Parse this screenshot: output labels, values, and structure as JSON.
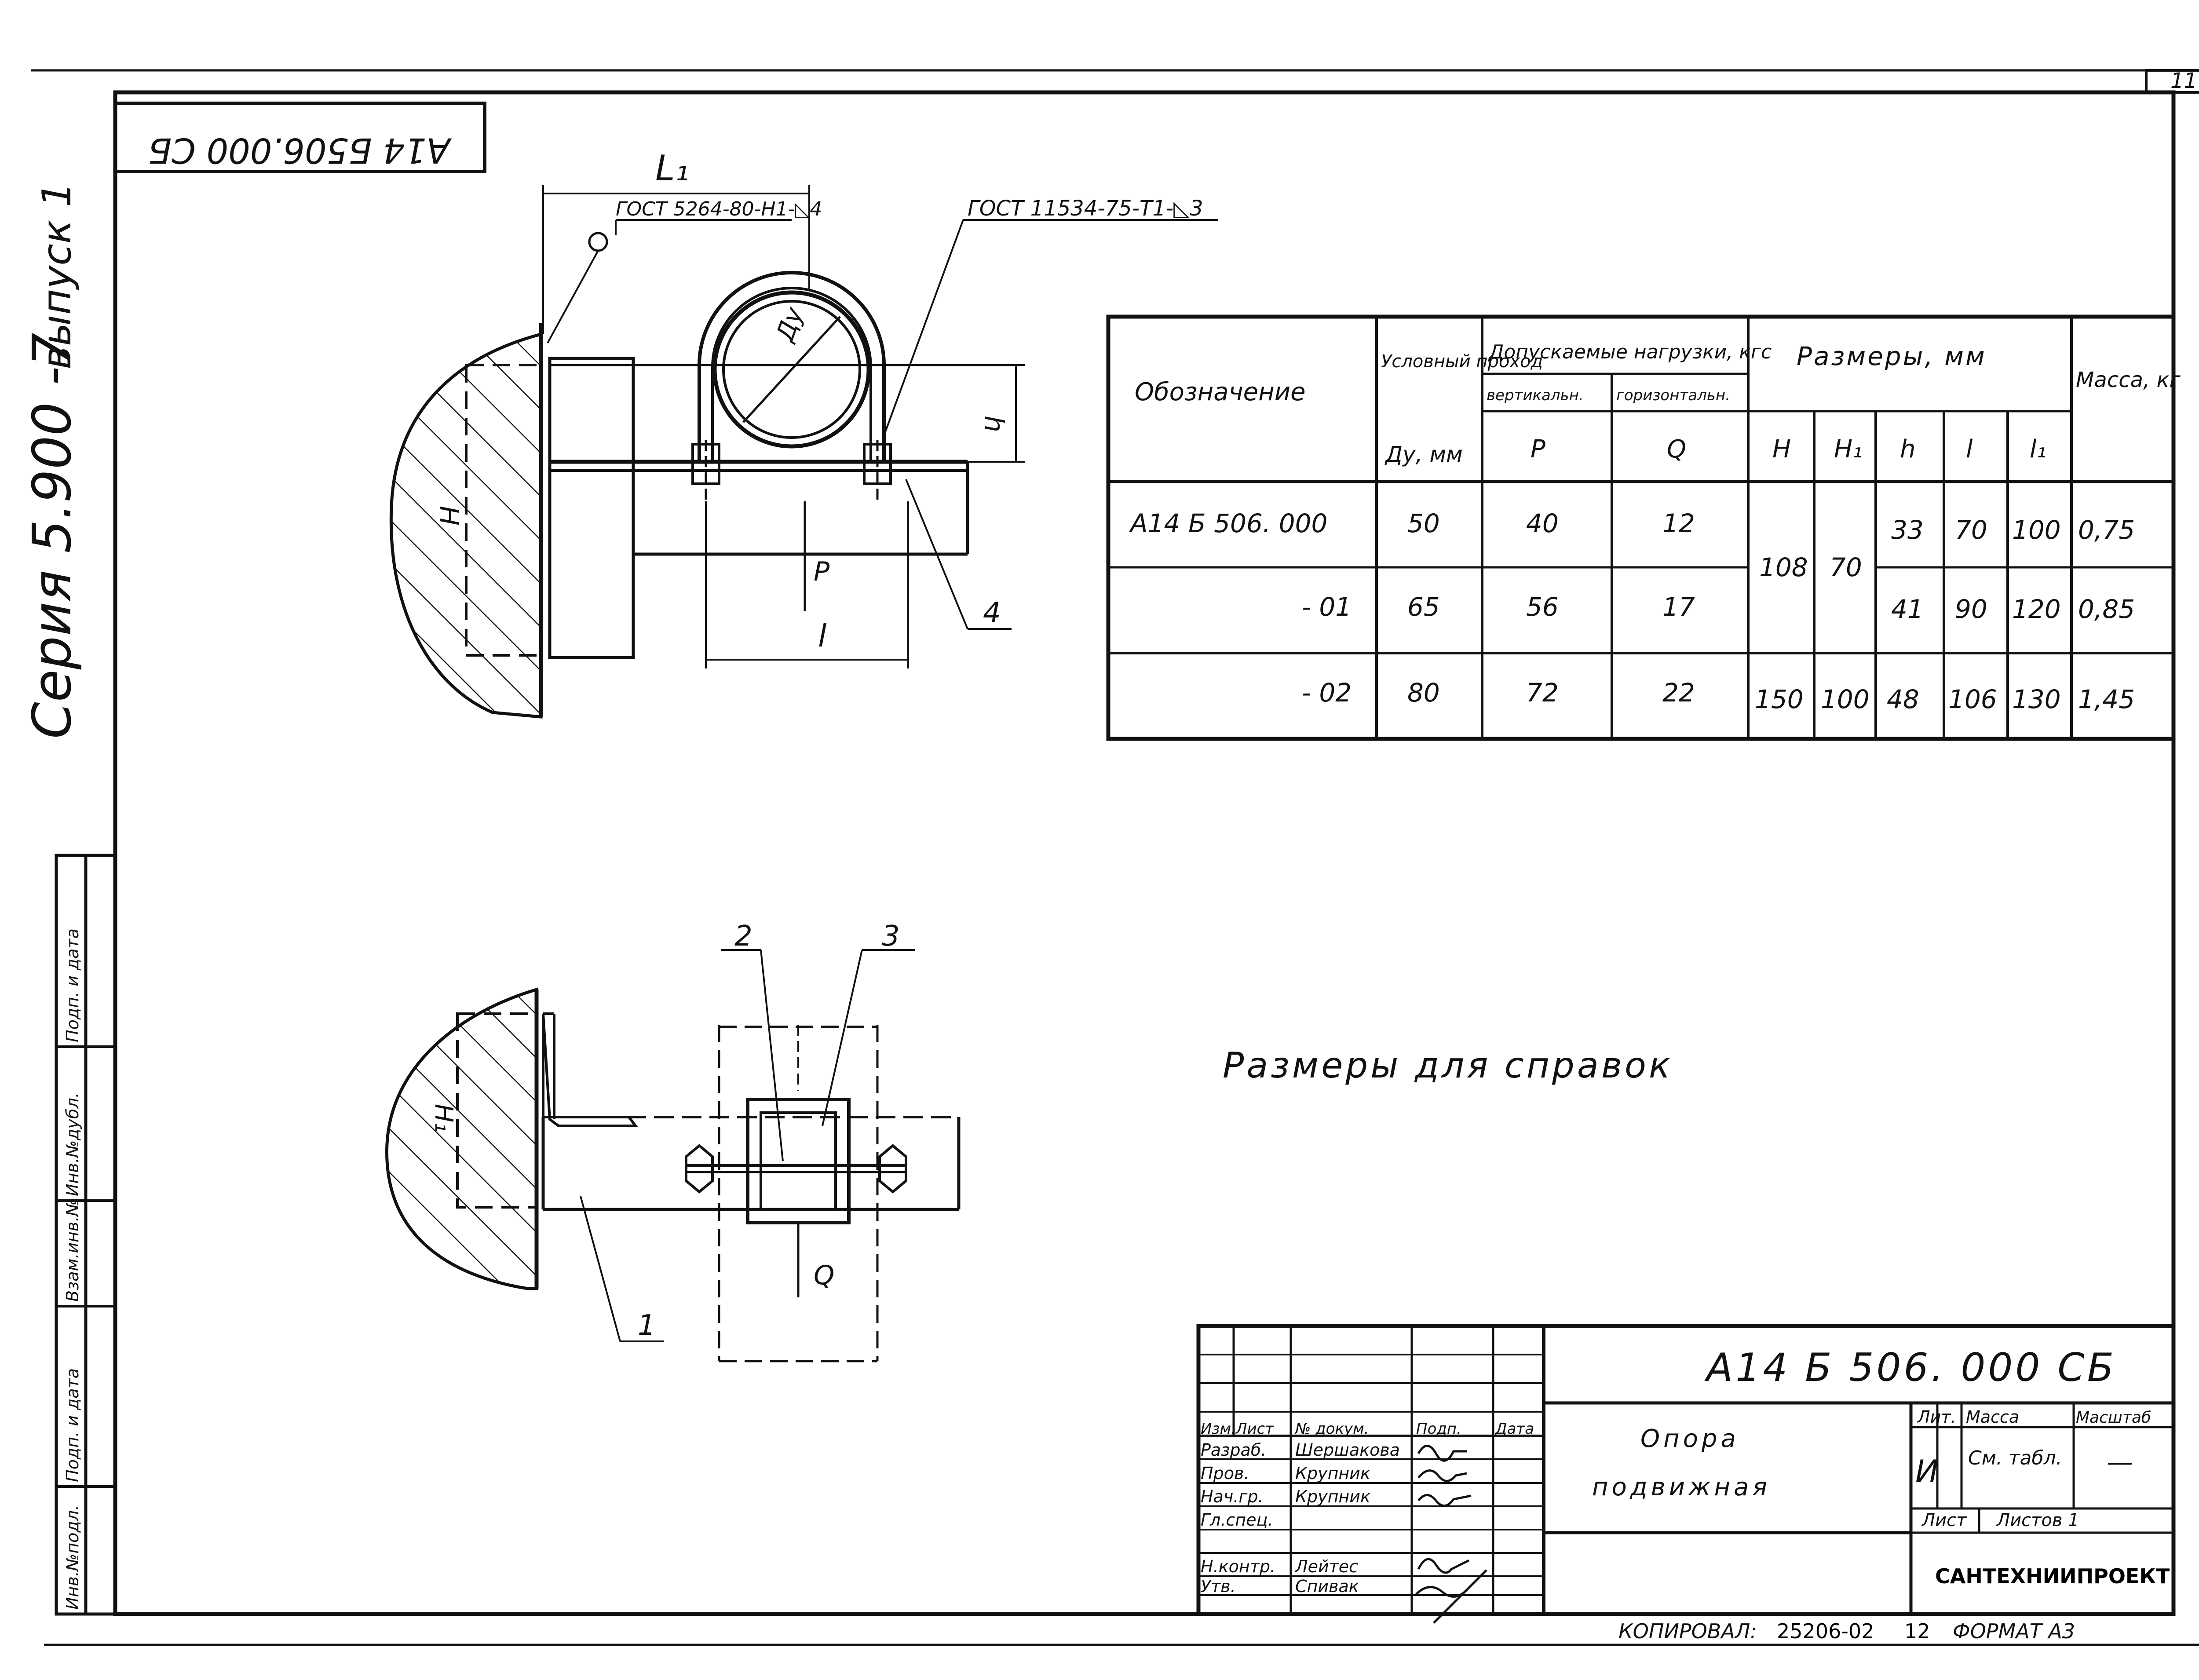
{
  "sheet": {
    "sheet_no": "11",
    "rotated_code": "А14 Б506.000 СБ",
    "series_text": "Серия 5.900 -7",
    "issue_text": "выпуск 1",
    "side_stamp": [
      "Инв.№подл.",
      "Подп. и дата",
      "Взам.инв.№",
      "Инв.№дубл.",
      "Подп. и дата"
    ],
    "copied_by": "КОПИРОВАЛ:",
    "copy_code": "25206-02",
    "copy_sheet": "12",
    "format": "ФОРМАТ А3"
  },
  "view_top": {
    "dim_l1": "L₁",
    "gost_left": "ГОСТ 5264-80-Н1-◺4",
    "gost_right": "ГОСТ 11534-75-Т1-◺3",
    "dy": "Ду",
    "h": "h",
    "H": "Н",
    "P": "P",
    "l": "l",
    "pos4": "4"
  },
  "view_bottom": {
    "pos2": "2",
    "pos3": "3",
    "pos1": "1",
    "H1": "Н₁",
    "Q": "Q"
  },
  "reference_note": "Размеры для справок",
  "spec_table": {
    "headers": {
      "designation": "Обозначение",
      "nominal_pass": "Условный проход",
      "dy_unit": "Ду, мм",
      "loads": "Допускаемые нагрузки, кгс",
      "vertical": "вертикальн.",
      "horizontal": "горизонтальн.",
      "p": "P",
      "q": "Q",
      "dims": "Размеры, мм",
      "H": "Н",
      "H1": "Н₁",
      "h": "h",
      "l": "l",
      "l1": "l₁",
      "mass": "Масса, кг"
    },
    "rows": [
      {
        "designation": "А14 Б 506. 000",
        "dy": "50",
        "p": "40",
        "q": "12",
        "h": "33",
        "l": "70",
        "l1": "100",
        "mass": "0,75"
      },
      {
        "designation": "- 01",
        "dy": "65",
        "p": "56",
        "q": "17",
        "h": "41",
        "l": "90",
        "l1": "120",
        "mass": "0,85"
      },
      {
        "designation": "- 02",
        "dy": "80",
        "p": "72",
        "q": "22",
        "H": "150",
        "H1": "100",
        "h": "48",
        "l": "106",
        "l1": "130",
        "mass": "1,45"
      }
    ],
    "merged_H": "108",
    "merged_H1": "70"
  },
  "title_block": {
    "code": "А14 Б 506. 000 СБ",
    "name_line1": "Опора",
    "name_line2": "подвижная",
    "col_headers": [
      "Изм.",
      "Лист",
      "№ докум.",
      "Подп.",
      "Дата"
    ],
    "roles": [
      {
        "role": "Разраб.",
        "name": "Шершакова"
      },
      {
        "role": "Пров.",
        "name": "Крупник"
      },
      {
        "role": "Нач.гр.",
        "name": "Крупник"
      },
      {
        "role": "Гл.спец.",
        "name": ""
      },
      {
        "role": "Н.контр.",
        "name": "Лейтес"
      },
      {
        "role": "Утв.",
        "name": "Спивак"
      }
    ],
    "lit_label": "Лит.",
    "mass_label": "Масса",
    "scale_label": "Масштаб",
    "lit_value": "И",
    "mass_value": "См. табл.",
    "scale_value": "—",
    "sheet_label": "Лист",
    "sheets_label": "Листов 1",
    "organization": "САНТЕХНИИПРОЕКТ"
  }
}
